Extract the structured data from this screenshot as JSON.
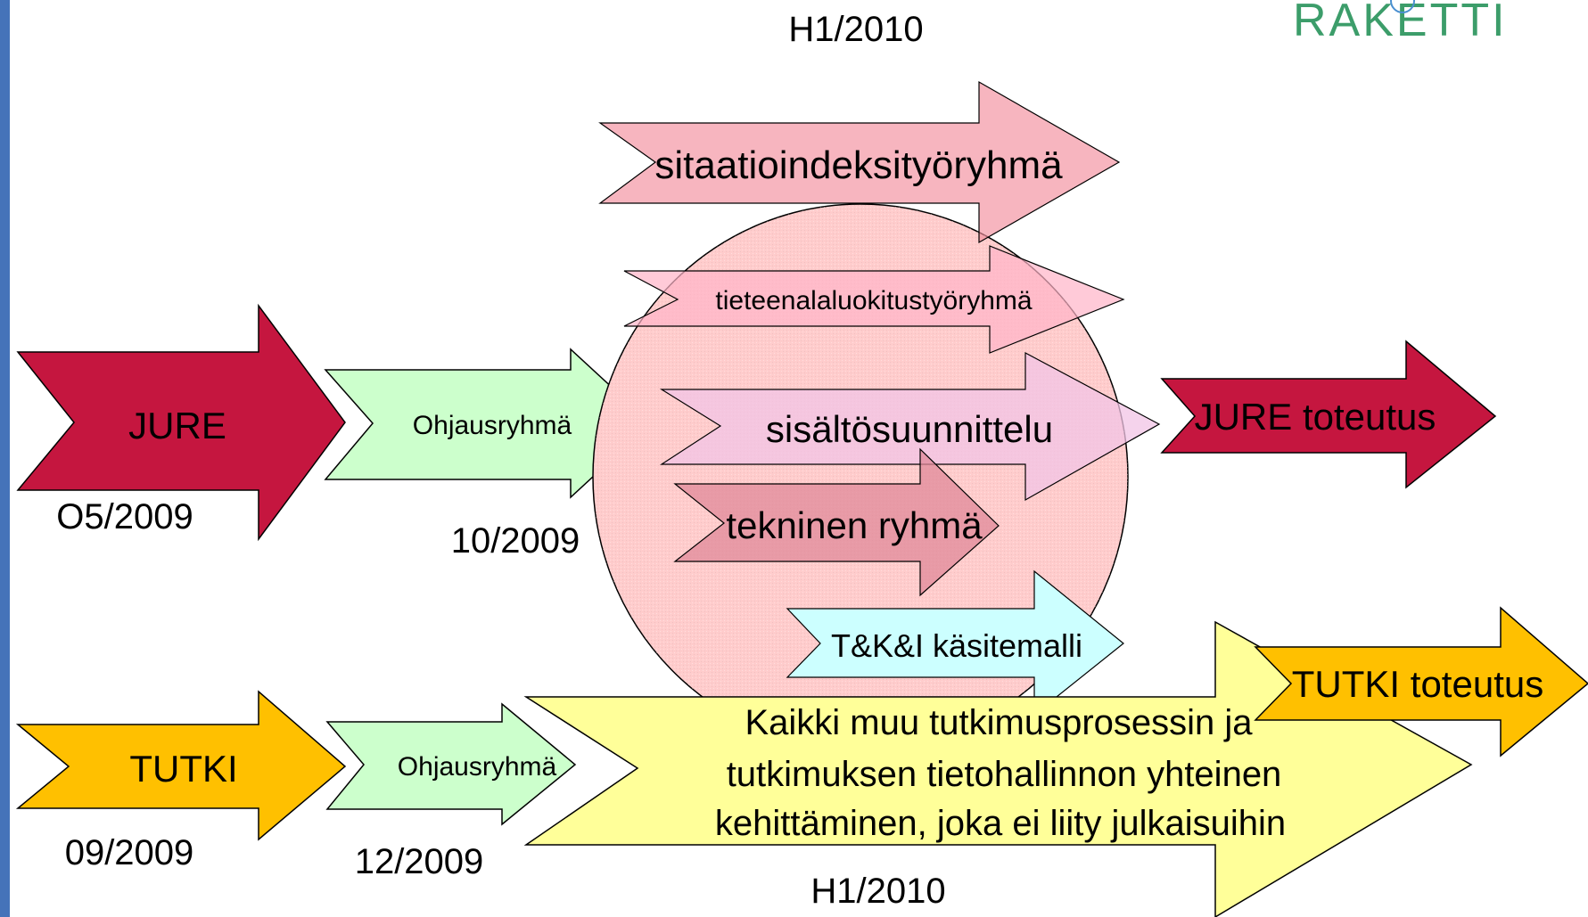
{
  "logo": {
    "text": "RAKETTI"
  },
  "dates": {
    "top_center": "H1/2010",
    "bottom_center": "H1/2010",
    "jure_start": "O5/2009",
    "jure_ohjaus": "10/2009",
    "tutki_start": "09/2009",
    "tutki_ohjaus": "12/2009"
  },
  "arrows": {
    "jure": "JURE",
    "jure_ohjausryhma": "Ohjausryhmä",
    "sitaatio": "sitaatioindeksityöryhmä",
    "tieteenala": "tieteenalaluokitustyöryhmä",
    "sisalto": "sisältösuunnittelu",
    "tekninen": "tekninen ryhmä",
    "jure_toteutus": "JURE toteutus",
    "tk_kasitemalli": "T&K&I käsitemalli",
    "tutki": "TUTKI",
    "tutki_ohjausryhma": "Ohjausryhmä",
    "kaikki_muu": [
      "Kaikki muu tutkimusprosessin ja",
      "tutkimuksen tietohallinnon yhteinen",
      "kehittäminen, joka ei liity julkaisuihin"
    ],
    "tutki_toteutus": "TUTKI toteutus"
  },
  "colors": {
    "jure": "#c5163f",
    "tutki": "#ffc000",
    "ohjaus": "#ccffcc",
    "circle": "#ffcccc",
    "sitaatio": "#f28d9d",
    "tieteenala": "#ffb3c7",
    "sisalto": "#f2c4e6",
    "tekninen": "#e08a9a",
    "tk_kasitemalli": "#ccffff",
    "kaikki_muu": "#ffff99",
    "edge": "#000000"
  }
}
